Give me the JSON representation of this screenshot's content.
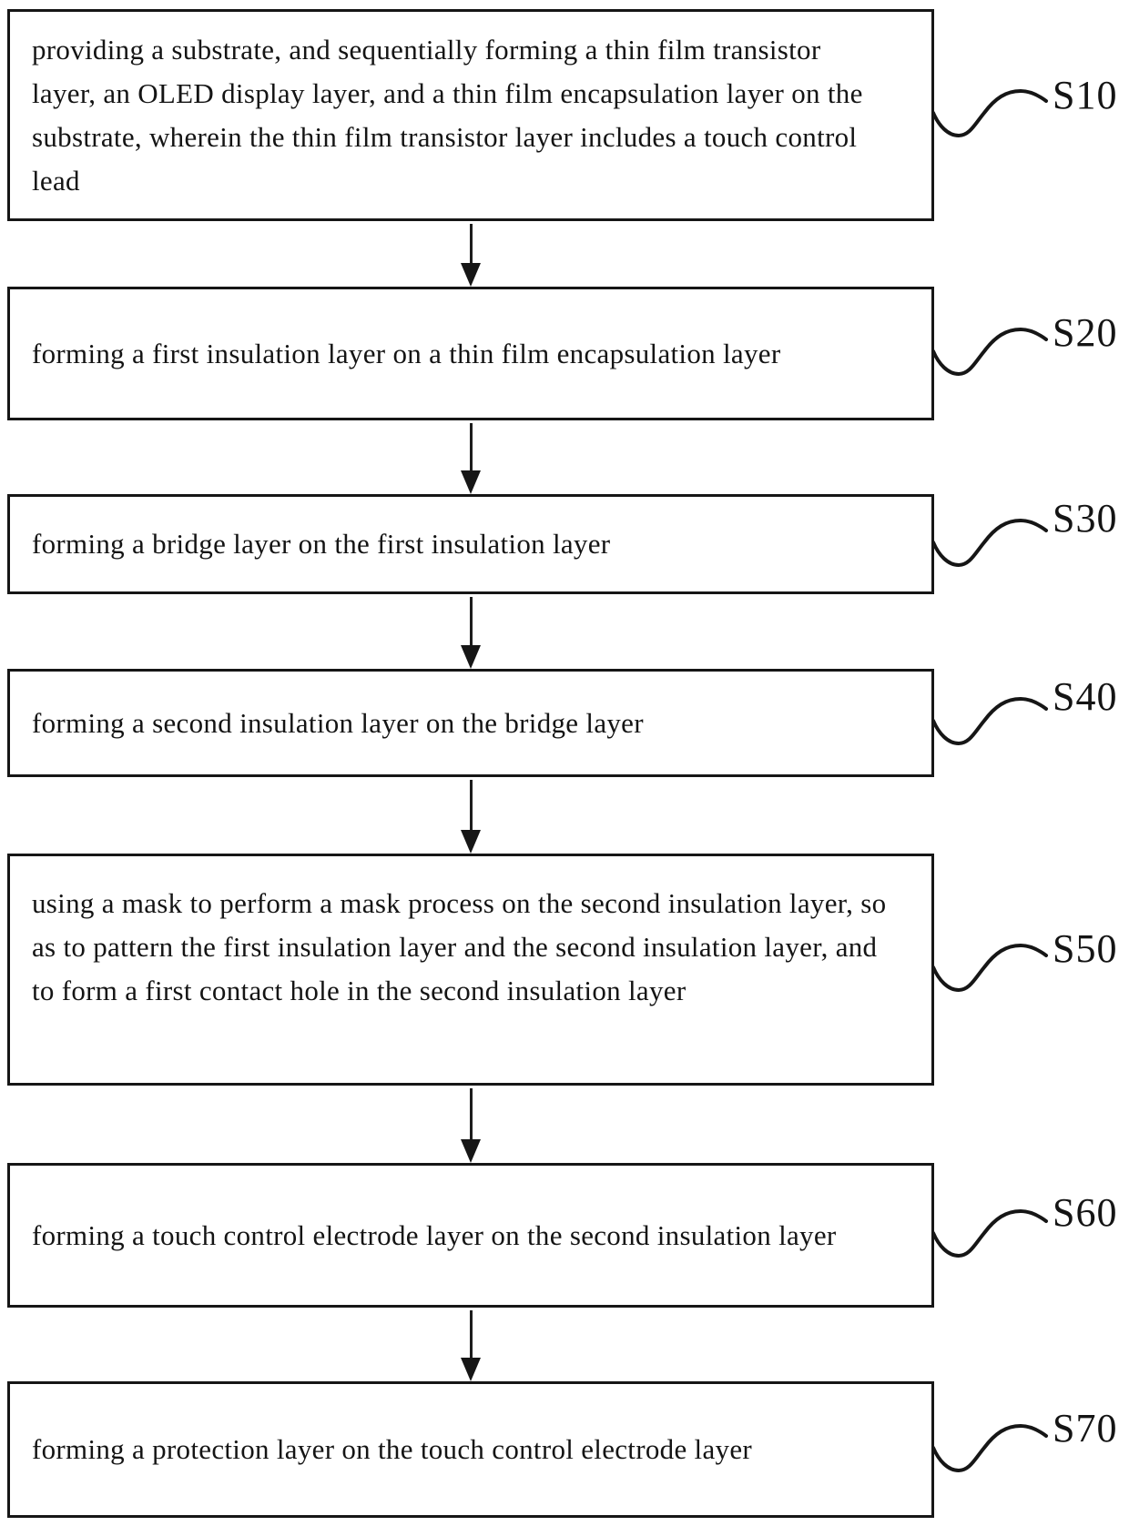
{
  "figure": {
    "type": "flowchart",
    "colors": {
      "ink": "#161616",
      "background": "#ffffff"
    },
    "steps": [
      {
        "label": "S10",
        "text": "providing a substrate, and sequentially forming a thin film transistor layer, an OLED display layer, and a thin film encapsulation layer on the substrate, wherein the thin film transistor layer includes a touch control lead"
      },
      {
        "label": "S20",
        "text": "forming a first insulation layer on a thin film encapsulation layer"
      },
      {
        "label": "S30",
        "text": "forming a bridge layer on the first insulation layer"
      },
      {
        "label": "S40",
        "text": "forming a second insulation layer on the bridge layer"
      },
      {
        "label": "S50",
        "text": "using a mask to perform a mask process on the second insulation layer, so as to pattern the first insulation layer and the second insulation layer, and to form a first contact hole in the second insulation layer"
      },
      {
        "label": "S60",
        "text": "forming a touch control electrode layer on the second insulation layer"
      },
      {
        "label": "S70",
        "text": "forming a protection layer on the touch control electrode layer"
      }
    ]
  }
}
